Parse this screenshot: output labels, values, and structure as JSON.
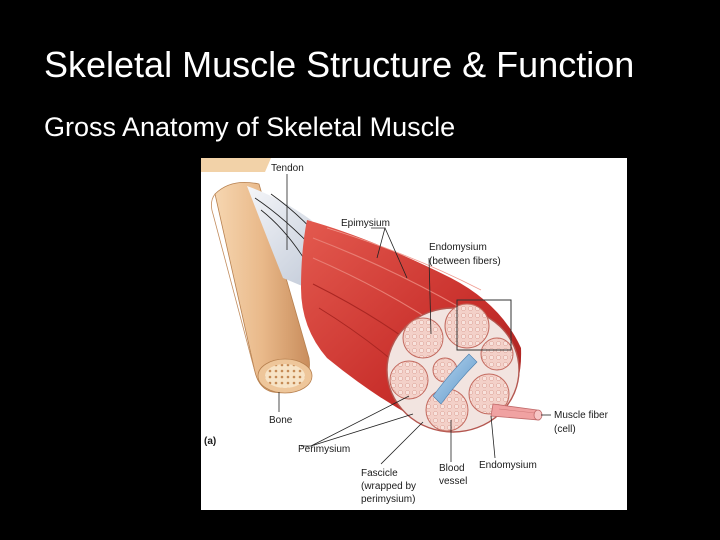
{
  "slide": {
    "title": "Skeletal Muscle Structure & Function",
    "subtitle": "Gross Anatomy of Skeletal Muscle"
  },
  "figure": {
    "panel_letter": "(a)",
    "labels": {
      "tendon": "Tendon",
      "epimysium": "Epimysium",
      "endomysium_line1": "Endomysium",
      "endomysium_line2": "(between fibers)",
      "bone": "Bone",
      "muscle_fiber_line1": "Muscle fiber",
      "muscle_fiber_line2": "(cell)",
      "perimysium": "Perimysium",
      "fascicle_line1": "Fascicle",
      "fascicle_line2": "(wrapped by",
      "fascicle_line3": "perimysium)",
      "blood_vessel_line1": "Blood",
      "blood_vessel_line2": "vessel",
      "endomysium_bottom": "Endomysium"
    },
    "colors": {
      "background": "#000000",
      "text": "#ffffff",
      "muscle_red": "#c9302c",
      "bone_tan": "#e9b98a",
      "tendon_white": "#dfe3ea",
      "fascicle_pink": "#f1c9c2",
      "vessel_blue": "#7fb3de"
    }
  }
}
